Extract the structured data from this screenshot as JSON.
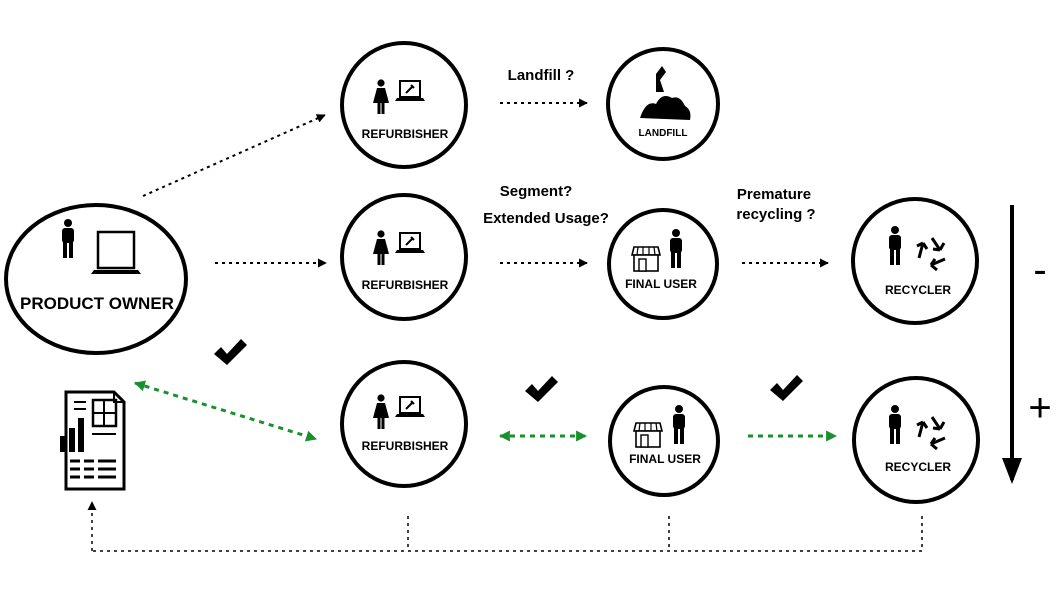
{
  "nodes": {
    "product_owner": "PRODUCT OWNER",
    "refurbisher_top": "REFURBISHER",
    "landfill": "LANDFILL",
    "refurbisher_mid": "REFURBISHER",
    "final_user_mid": "FINAL USER",
    "recycler_mid": "RECYCLER",
    "refurbisher_bottom": "REFURBISHER",
    "final_user_bottom": "FINAL USER",
    "recycler_bottom": "RECYCLER"
  },
  "questions": {
    "landfill": "Landfill ?",
    "segment": "Segment?",
    "extended_usage": "Extended Usage?",
    "premature_line1": "Premature",
    "premature_line2": "recycling ?"
  },
  "scale": {
    "minus": "-",
    "plus": "+"
  },
  "colors": {
    "black": "#000000",
    "green": "#1a8f2e"
  },
  "icons": [
    "person-icon",
    "laptop-icon",
    "wrench-icon",
    "landfill-icon",
    "shop-icon",
    "recycle-icon",
    "report-icon",
    "checkmark-icon"
  ]
}
